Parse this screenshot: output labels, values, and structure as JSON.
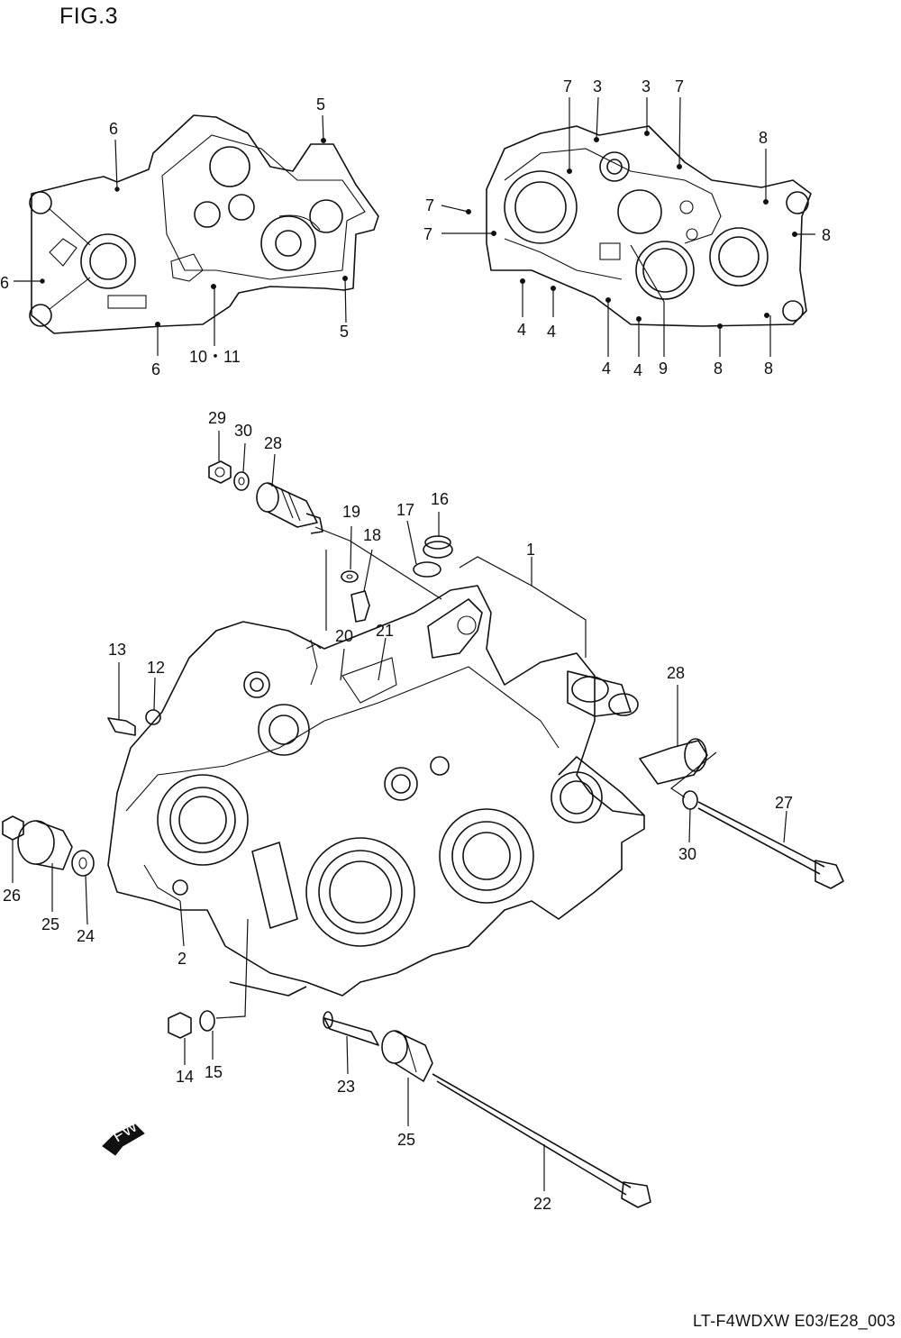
{
  "figure_title": "FIG.3",
  "document_code": "LT-F4WDXW E03/E28_003",
  "fwd_label": "FWD",
  "callouts": {
    "c1": "1",
    "c2": "2",
    "c3a": "3",
    "c3b": "3",
    "c4a": "4",
    "c4b": "4",
    "c4c": "4",
    "c4d": "4",
    "c5a": "5",
    "c5b": "5",
    "c6a": "6",
    "c6b": "6",
    "c6c": "6",
    "c7a": "7",
    "c7b": "7",
    "c7c": "7",
    "c7d": "7",
    "c8a": "8",
    "c8b": "8",
    "c8c": "8",
    "c8d": "8",
    "c9": "9",
    "c10_11": "10・11",
    "c12": "12",
    "c13": "13",
    "c14": "14",
    "c15": "15",
    "c16": "16",
    "c17": "17",
    "c18": "18",
    "c19": "19",
    "c20": "20",
    "c21": "21",
    "c22": "22",
    "c23": "23",
    "c24": "24",
    "c25a": "25",
    "c25b": "25",
    "c26": "26",
    "c27": "27",
    "c28a": "28",
    "c28b": "28",
    "c29": "29",
    "c30a": "30",
    "c30b": "30"
  }
}
